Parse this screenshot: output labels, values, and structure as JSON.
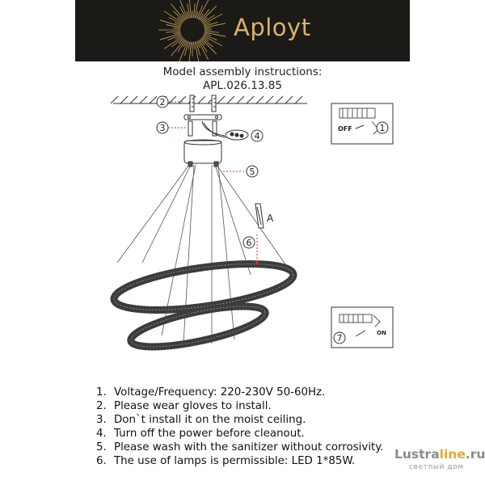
{
  "header": {
    "brand": "Aployt"
  },
  "title": {
    "line1": "Model assembly instructions:",
    "line2": "APL.026.13.85"
  },
  "diagram": {
    "callouts": [
      "2",
      "3",
      "4",
      "5",
      "6",
      "1",
      "7"
    ],
    "rod_label": "A",
    "inset_off_label": "OFF",
    "inset_on_label": "ON"
  },
  "instructions": [
    {
      "num": "1.",
      "text": "Voltage/Frequency: 220-230V 50-60Hz."
    },
    {
      "num": "2.",
      "text": "Please wear gloves to install."
    },
    {
      "num": "3.",
      "text": "Don`t install it on the moist ceiling."
    },
    {
      "num": "4.",
      "text": "Turn off the power before cleanout."
    },
    {
      "num": "5.",
      "text": "Please wash with the sanitizer without corrosivity."
    },
    {
      "num": "6.",
      "text": "The use of lamps is permissible: LED 1*85W."
    }
  ],
  "watermark": {
    "logo_main": "Lustra",
    "logo_accent": "line",
    "logo_tld": ".ru",
    "tagline": "светлый дом"
  }
}
